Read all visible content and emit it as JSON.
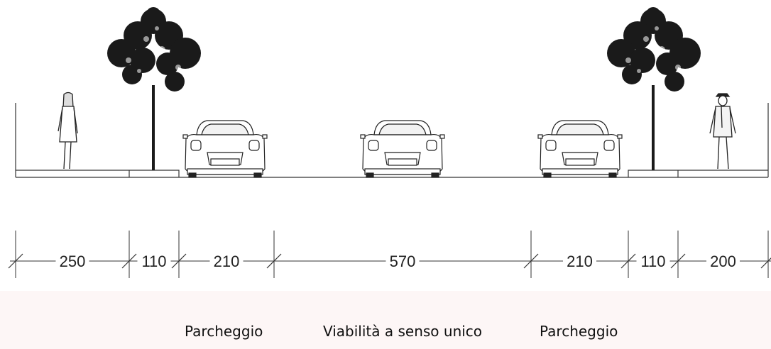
{
  "dimensions": [
    {
      "label": "250",
      "value": 250
    },
    {
      "label": "110",
      "value": 110
    },
    {
      "label": "210",
      "value": 210
    },
    {
      "label": "570",
      "value": 570
    },
    {
      "label": "210",
      "value": 210
    },
    {
      "label": "110",
      "value": 110
    },
    {
      "label": "200",
      "value": 200
    }
  ],
  "zones": {
    "left_parking": "Parcheggio",
    "roadway": "Viabilità a senso unico",
    "right_parking": "Parcheggio"
  },
  "colors": {
    "line": "#333333",
    "bottom_band": "#fdf6f6"
  },
  "icons": [
    "tree-icon",
    "car-icon",
    "pedestrian-icon"
  ]
}
